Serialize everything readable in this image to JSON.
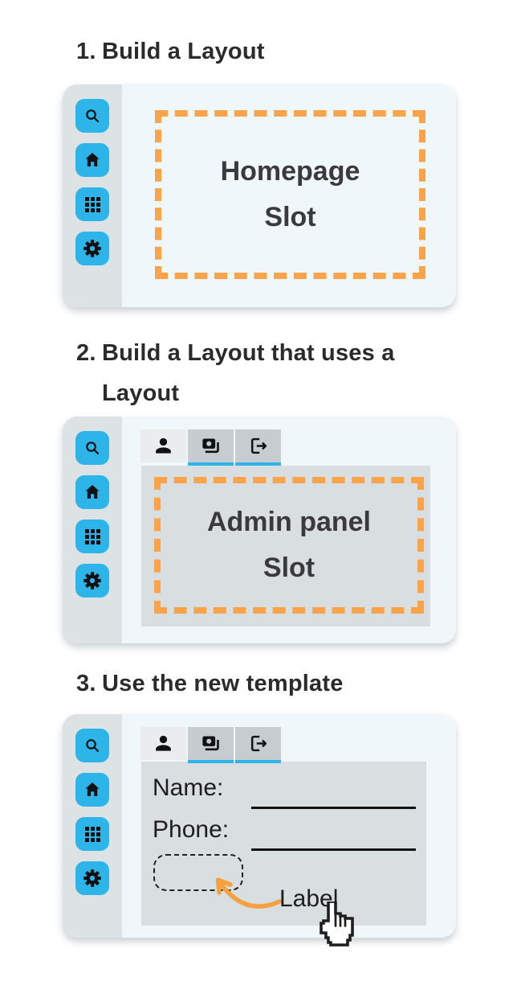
{
  "colors": {
    "accent_blue": "#2db5e9",
    "slot_orange": "#f9a44b",
    "card_bg": "#eff7fa",
    "sidebar_gray": "#dde2e5",
    "content_gray": "#d9dee1",
    "tab_gray": "#c6cccf",
    "active_tab_bg": "#e9edee",
    "heading_text": "#2b2b2b",
    "slot_text": "#3a3a3a",
    "icon_black": "#101112"
  },
  "headings": [
    {
      "number": "1.",
      "lines": [
        "Build a Layout"
      ]
    },
    {
      "number": "2.",
      "lines": [
        "Build a Layout that uses a",
        "Layout"
      ]
    },
    {
      "number": "3.",
      "lines": [
        "Use the new template"
      ]
    }
  ],
  "sidebar": {
    "icons": [
      "search-icon",
      "home-icon",
      "apps-grid-icon",
      "settings-gear-icon"
    ]
  },
  "tabbar": {
    "icons": [
      "person-icon",
      "photo-stack-icon",
      "logout-icon"
    ]
  },
  "panels": [
    {
      "slot_lines": [
        "Homepage",
        "Slot"
      ]
    },
    {
      "slot_lines": [
        "Admin panel",
        "Slot"
      ]
    },
    {
      "fields": [
        {
          "label": "Name:"
        },
        {
          "label": "Phone:"
        }
      ],
      "annotation": "Label"
    }
  ]
}
